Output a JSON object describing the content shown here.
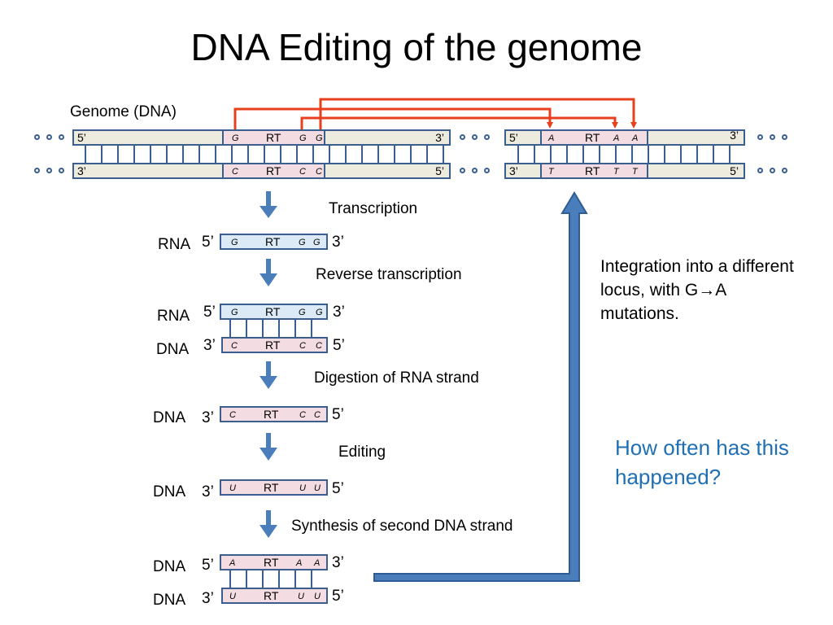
{
  "slide": {
    "title": "DNA Editing of the genome",
    "genome_label": "Genome (DNA)",
    "integration_text": "Integration into a different locus, with G→A mutations.",
    "question": "How often has this happened?"
  },
  "colors": {
    "strand_border": "#3a5f8f",
    "genome_backbone": "#ecebdd",
    "rt_segment": "#f4dde2",
    "rna_strand": "#dbeaf6",
    "arrow_blue": "#4a7ebb",
    "arrow_red": "#e8401c",
    "question_text": "#1f6fb5"
  },
  "genome_left": {
    "top": {
      "end5": "5’",
      "end3": "3’",
      "rt": "RT",
      "b1": "G",
      "b2": "G",
      "b3": "G"
    },
    "bottom": {
      "end5": "5’",
      "end3": "3’",
      "rt": "RT",
      "b1": "C",
      "b2": "C",
      "b3": "C"
    }
  },
  "genome_right": {
    "top": {
      "end5": "5’",
      "end3": "3’",
      "rt": "RT",
      "b1": "A",
      "b2": "A",
      "b3": "A"
    },
    "bottom": {
      "end5": "5’",
      "end3": "3’",
      "rt": "RT",
      "b1": "T",
      "b2": "T",
      "b3": "T"
    }
  },
  "steps": [
    {
      "label": "Transcription"
    },
    {
      "label": "Reverse transcription"
    },
    {
      "label": "Digestion of RNA strand"
    },
    {
      "label": "Editing"
    },
    {
      "label": "Synthesis of second DNA strand"
    }
  ],
  "stages": {
    "rna1": {
      "type": "RNA",
      "left_end": "5’",
      "right_end": "3’",
      "rt": "RT",
      "b1": "G",
      "b2": "G",
      "b3": "G"
    },
    "rna2": {
      "type": "RNA",
      "left_end": "5’",
      "right_end": "3’",
      "rt": "RT",
      "b1": "G",
      "b2": "G",
      "b3": "G"
    },
    "dna2": {
      "type": "DNA",
      "left_end": "3’",
      "right_end": "5’",
      "rt": "RT",
      "b1": "C",
      "b2": "C",
      "b3": "C"
    },
    "dna3": {
      "type": "DNA",
      "left_end": "3’",
      "right_end": "5’",
      "rt": "RT",
      "b1": "C",
      "b2": "C",
      "b3": "C"
    },
    "dna4": {
      "type": "DNA",
      "left_end": "3’",
      "right_end": "5’",
      "rt": "RT",
      "b1": "U",
      "b2": "U",
      "b3": "U"
    },
    "dna5a": {
      "type": "DNA",
      "left_end": "5’",
      "right_end": "3’",
      "rt": "RT",
      "b1": "A",
      "b2": "A",
      "b3": "A"
    },
    "dna5b": {
      "type": "DNA",
      "left_end": "3’",
      "right_end": "5’",
      "rt": "RT",
      "b1": "U",
      "b2": "U",
      "b3": "U"
    }
  }
}
